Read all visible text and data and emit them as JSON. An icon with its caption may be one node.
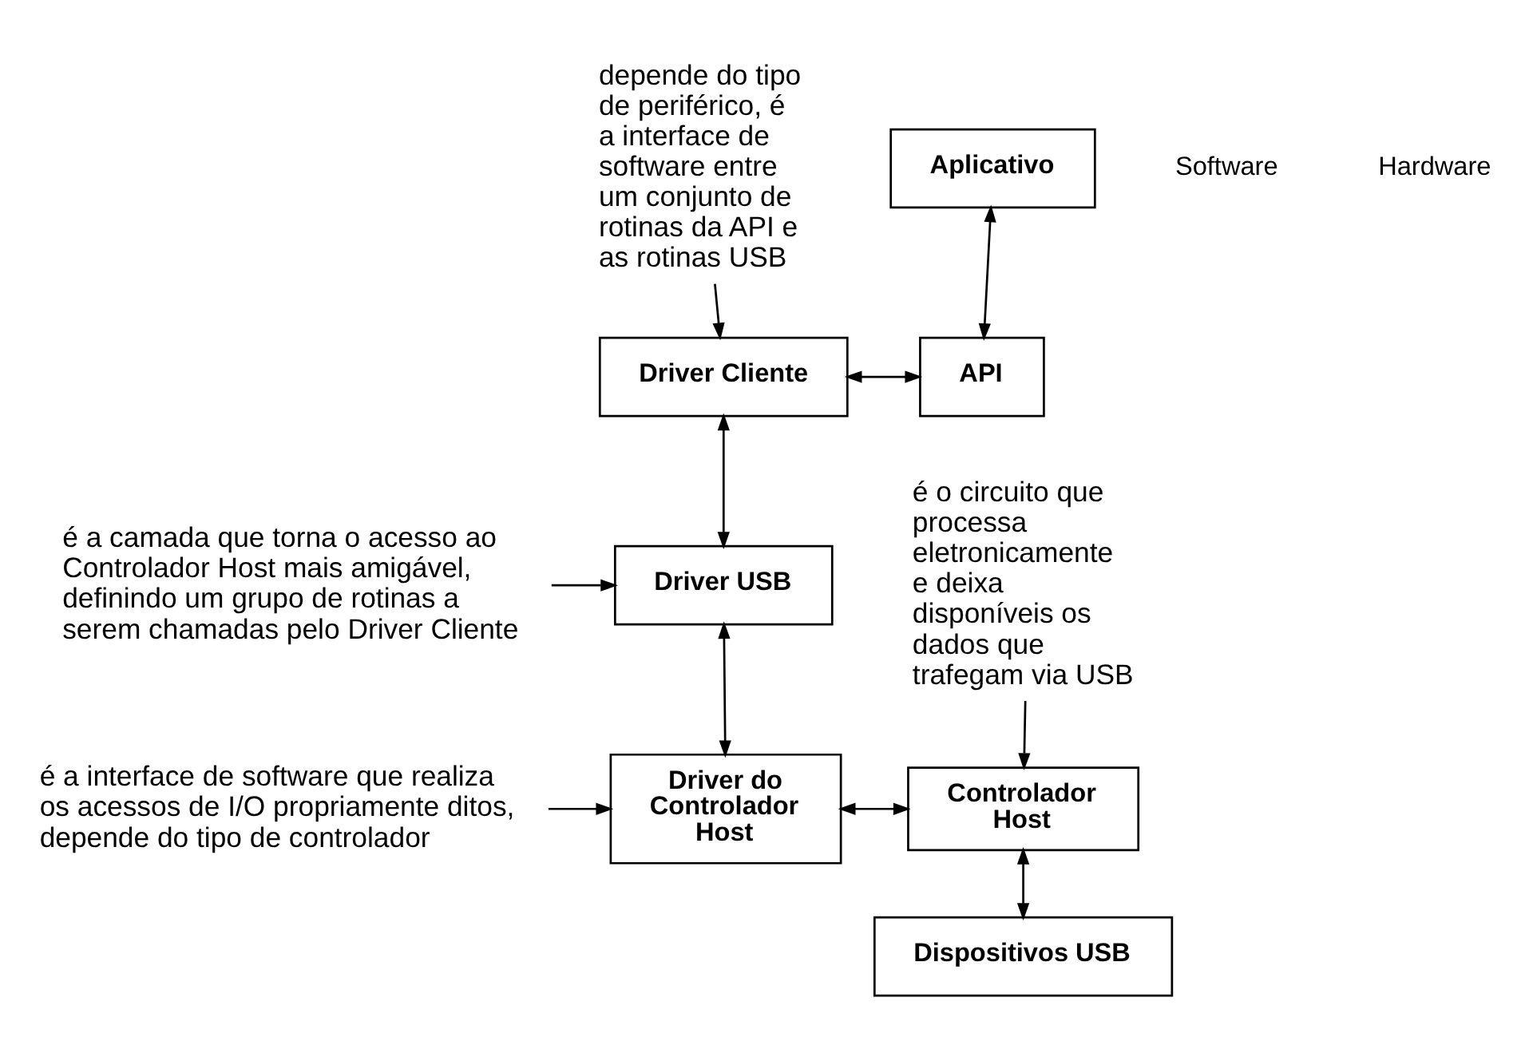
{
  "diagram": {
    "nodes": [
      {
        "text": [
          "Aplicativo"
        ]
      },
      {
        "text": [
          "API"
        ]
      },
      {
        "text": [
          "Driver Cliente"
        ]
      },
      {
        "text": [
          "Driver USB"
        ]
      },
      {
        "text": [
          "Driver do Controlador Host"
        ]
      },
      {
        "text": [
          "Controlador Host"
        ]
      },
      {
        "text": [
          "Dispositivos USB"
        ]
      },
      {
        "text": [
          "depende do tipo de periférico, é a interface de software entre um conjunto de rotinas da API e as rotinas USB"
        ]
      },
      {
        "text": [
          "é a camada que torna o acesso ao Controlador Host mais amigável, definindo um grupo de rotinas a serem chamadas pelo Driver Cliente"
        ]
      },
      {
        "text": [
          "é a interface de software que realiza os acessos de I/O propriamente ditos, depende do tipo de controlador"
        ]
      },
      {
        "text": [
          "é o circuito que processa eletronicamente e deixa disponíveis os dados que trafegam via USB"
        ]
      }
    ],
    "edges": [
      {
        "from": 0,
        "to": 1,
        "arrow": "both"
      },
      {
        "from": 2,
        "to": 1,
        "arrow": "both"
      },
      {
        "from": 2,
        "to": 3,
        "arrow": "both"
      },
      {
        "from": 3,
        "to": 4,
        "arrow": "both"
      },
      {
        "from": 4,
        "to": 5,
        "arrow": "both"
      },
      {
        "from": 5,
        "to": 6,
        "arrow": "both"
      },
      {
        "from": 7,
        "to": 2,
        "arrow": "to"
      },
      {
        "from": 8,
        "to": 3,
        "arrow": "to"
      },
      {
        "from": 9,
        "to": 4,
        "arrow": "to"
      },
      {
        "from": 10,
        "to": 5,
        "arrow": "to"
      }
    ],
    "labels": [
      "Software",
      "Hardware"
    ]
  }
}
